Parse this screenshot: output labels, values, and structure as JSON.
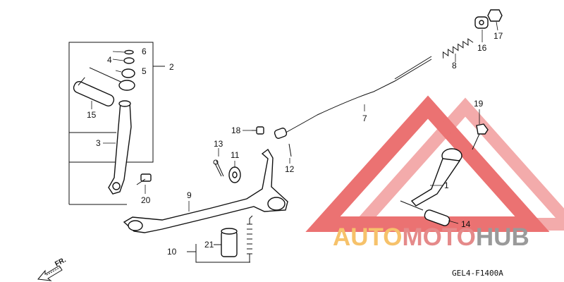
{
  "diagram": {
    "code": "GEL4-F1400A",
    "direction_label": "FR.",
    "callouts": {
      "c1": "1",
      "c2": "2",
      "c3": "3",
      "c4": "4",
      "c5": "5",
      "c6": "6",
      "c7": "7",
      "c8": "8",
      "c9": "9",
      "c10": "10",
      "c11": "11",
      "c12": "12",
      "c13": "13",
      "c14": "14",
      "c15": "15",
      "c16": "16",
      "c17": "17",
      "c18": "18",
      "c19": "19",
      "c20": "20",
      "c21": "21"
    }
  },
  "watermark": {
    "part1": "AUTO",
    "part2": "MOTO",
    "part3": "HUB",
    "colors": {
      "auto": "#f6c26b",
      "moto": "#e58a8a",
      "hub": "#9a9a9a",
      "triangle": "#e85a5a"
    }
  }
}
